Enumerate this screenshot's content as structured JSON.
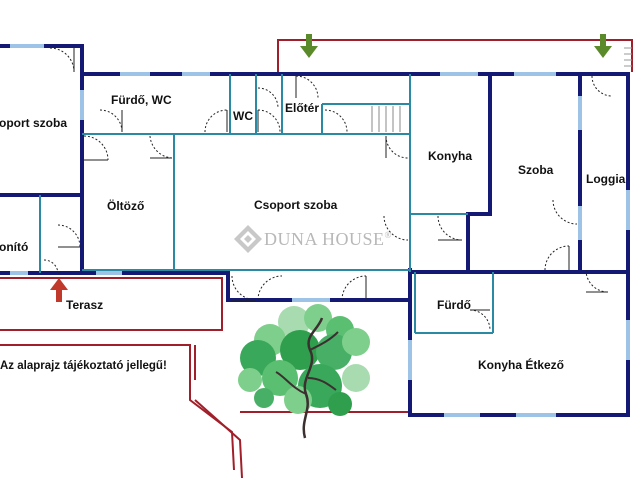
{
  "rooms": {
    "csoport_szoba_left": "oport szoba",
    "furdo_wc": "Fürdő, WC",
    "wc": "WC",
    "eloter": "Előtér",
    "konyha": "Konyha",
    "szoba": "Szoba",
    "loggia": "Loggia",
    "oltozo": "Öltöző",
    "csoport_szoba_main": "Csoport szoba",
    "pelenkazo": "onító",
    "terasz": "Terasz",
    "furdo": "Fürdő",
    "konyha_etkezo": "Konyha Étkező"
  },
  "disclaimer": "Az alaprajz tájékoztató jellegű!",
  "watermark": {
    "brand": "DUNA HOUSE",
    "registered_mark": "®",
    "icon": "diamond-logo-icon"
  },
  "colors": {
    "wall": "#141a73",
    "window": "#9dc3e6",
    "outline": "#a01f2a",
    "green_arrow": "#5b8a2a",
    "red_arrow": "#c0392b",
    "tree_light": "#7fcf8c",
    "tree_dark": "#2f9e4d"
  },
  "icons": {
    "entrance_arrows": "down-arrow-icon",
    "terrace_arrow": "up-arrow-icon",
    "tree": "tree-icon"
  }
}
